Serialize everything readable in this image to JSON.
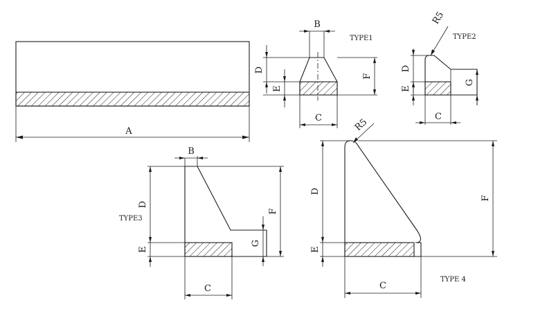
{
  "labels": {
    "main": {
      "a": "A"
    },
    "type1": {
      "title": "TYPE1",
      "b": "B",
      "c": "C",
      "d": "D",
      "e": "E",
      "f": "F"
    },
    "type2": {
      "title": "TYPE2",
      "r": "R5",
      "c": "C",
      "d": "D",
      "e": "E",
      "g": "G"
    },
    "type3": {
      "title": "TYPE3",
      "b": "B",
      "c": "C",
      "d": "D",
      "e": "E",
      "f": "F",
      "g": "G"
    },
    "type4": {
      "title": "TYPE 4",
      "r": "R5",
      "c": "C",
      "d": "D",
      "e": "E",
      "f": "F"
    }
  }
}
